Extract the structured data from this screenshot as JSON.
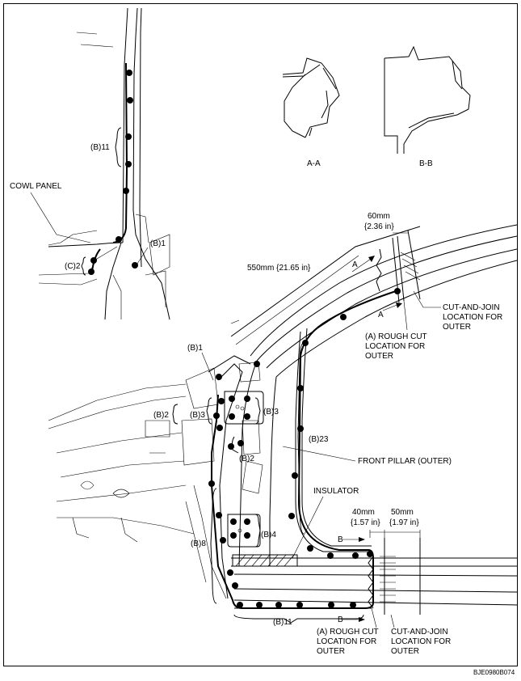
{
  "section_labels": {
    "aa": "A-A",
    "bb": "B-B"
  },
  "callouts": {
    "b11_top": "(B)11",
    "cowl_panel": "COWL PANEL",
    "b1_upper": "(B)1",
    "c2": "(C)2",
    "dim_60": "60mm",
    "dim_60_in": "{2.36 in}",
    "dim_550": "550mm {21.65 in}",
    "cut_join_upper_1": "CUT-AND-JOIN",
    "cut_join_upper_2": "LOCATION FOR",
    "cut_join_upper_3": "OUTER",
    "rough_upper_1": "(A) ROUGH CUT",
    "rough_upper_2": "LOCATION FOR",
    "rough_upper_3": "OUTER",
    "b1_lower": "(B)1",
    "b2_left": "(B)2",
    "b3_left": "(B)3",
    "b3_right": "(B)3",
    "b23": "(B)23",
    "b2_mid": "(B)2",
    "front_pillar": "FRONT PILLAR (OUTER)",
    "insulator": "INSULATOR",
    "dim_40": "40mm",
    "dim_40_in": "{1.57 in}",
    "dim_50": "50mm",
    "dim_50_in": "{1.97 in}",
    "b4": "(B)4",
    "b8": "(B)8",
    "b11_bottom": "(B)11",
    "rough_lower_1": "(A) ROUGH CUT",
    "rough_lower_2": "LOCATION FOR",
    "rough_lower_3": "OUTER",
    "cut_join_lower_1": "CUT-AND-JOIN",
    "cut_join_lower_2": "LOCATION FOR",
    "cut_join_lower_3": "OUTER"
  },
  "arrow_letters": {
    "a": "A",
    "b": "B"
  },
  "figure_code": "BJE0980B074"
}
